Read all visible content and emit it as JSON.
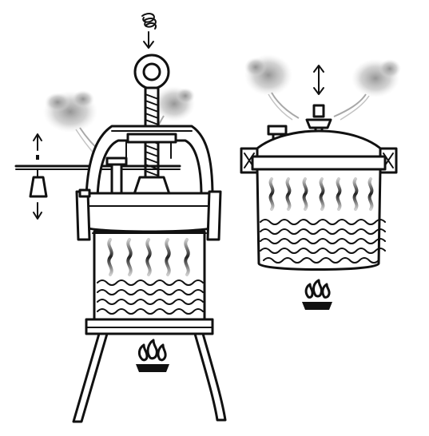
{
  "figure": {
    "subject": "pressure-cookers",
    "colors": {
      "ink": "#111111",
      "paper": "#ffffff",
      "steam": "#9a9a9a",
      "heat-wave-dark": "#222222",
      "heat-wave-light": "#cfcfcf"
    },
    "left_device": {
      "name": "papin-digester",
      "heat_wave_count": 5,
      "water_line_count": 4,
      "icons": [
        "screw-arrow-icon",
        "weight-up-arrow-icon",
        "weight-down-arrow-icon",
        "flame-icon",
        "steam-icon"
      ]
    },
    "right_device": {
      "name": "modern-pressure-cooker",
      "heat_wave_count": 7,
      "water_line_count": 5,
      "icons": [
        "up-down-arrow-icon",
        "flame-icon",
        "steam-icon"
      ]
    }
  }
}
